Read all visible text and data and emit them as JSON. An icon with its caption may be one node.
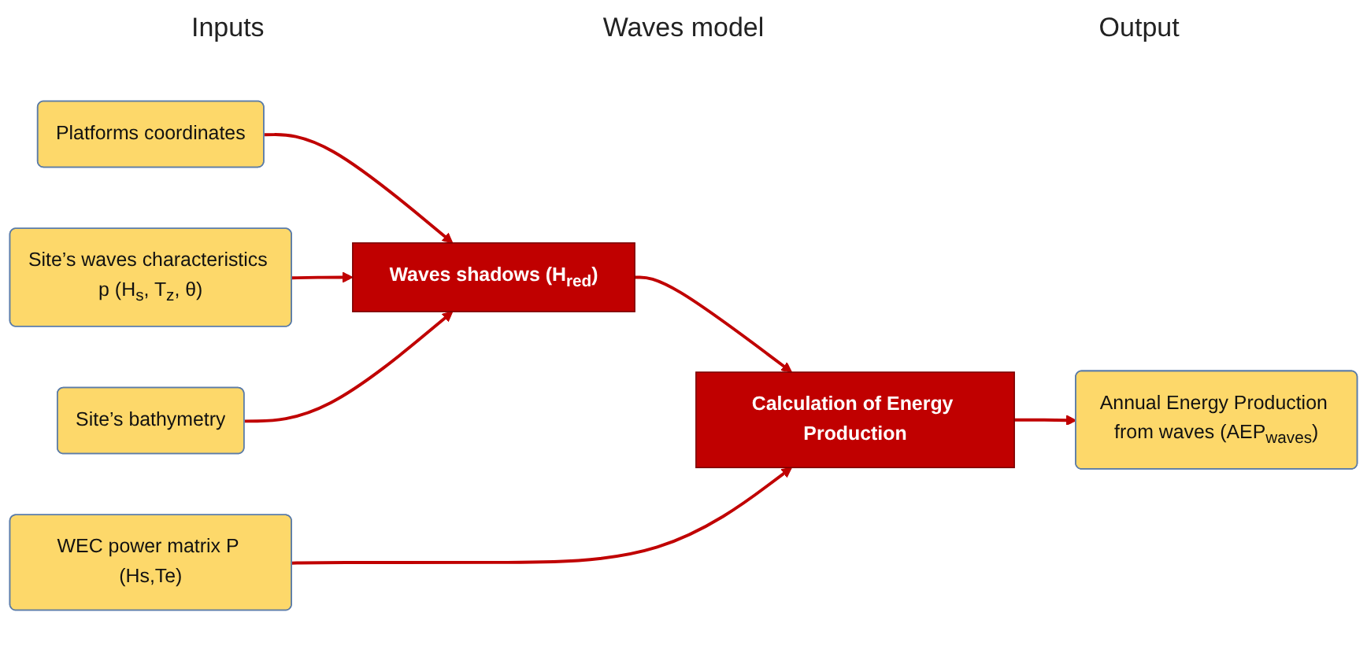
{
  "diagram": {
    "nodes": [
      {
        "text": [
          "Platforms coordinates"
        ]
      },
      {
        "text": [
          "Site’s waves characteristics p (H$_{s}$, T$_{z}$, θ)"
        ]
      },
      {
        "text": [
          "Site’s bathymetry"
        ]
      },
      {
        "text": [
          "WEC power matrix P (Hs,Te)"
        ]
      },
      {
        "text": [
          "Waves shadows (H$_{red}$)"
        ]
      },
      {
        "text": [
          "Calculation of Energy Production"
        ]
      },
      {
        "text": [
          "Annual Energy Production from waves (AEP$_{waves}$)"
        ]
      }
    ],
    "edges": [
      {
        "from": 0,
        "to": 4,
        "arrow": "to"
      },
      {
        "from": 1,
        "to": 4,
        "arrow": "to"
      },
      {
        "from": 2,
        "to": 4,
        "arrow": "to"
      },
      {
        "from": 4,
        "to": 5,
        "arrow": "to"
      },
      {
        "from": 3,
        "to": 5,
        "arrow": "to"
      },
      {
        "from": 5,
        "to": 6,
        "arrow": "to"
      }
    ],
    "labels": [
      "Inputs",
      "Waves model",
      "Output"
    ]
  }
}
